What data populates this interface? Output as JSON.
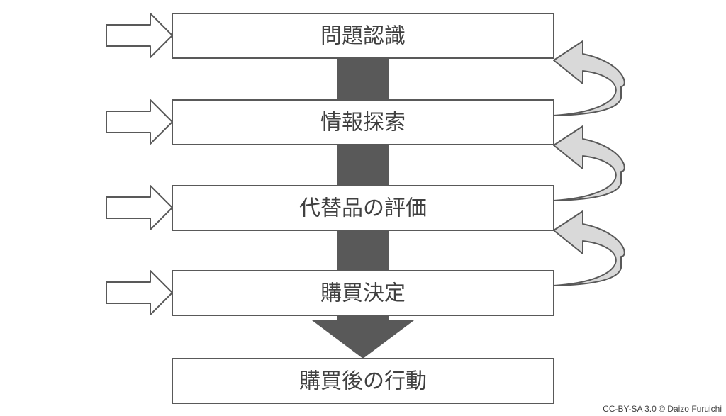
{
  "stages": [
    {
      "label": "問題認識"
    },
    {
      "label": "情報探索"
    },
    {
      "label": "代替品の評価"
    },
    {
      "label": "購買決定"
    },
    {
      "label": "購買後の行動"
    }
  ],
  "colors": {
    "box_border": "#595959",
    "box_fill": "#ffffff",
    "flow_arrow": "#595959",
    "feedback_arrow_fill": "#d9d9d9",
    "text": "#404040"
  },
  "credit": "CC-BY-SA 3.0 © Daizo Furuichi"
}
